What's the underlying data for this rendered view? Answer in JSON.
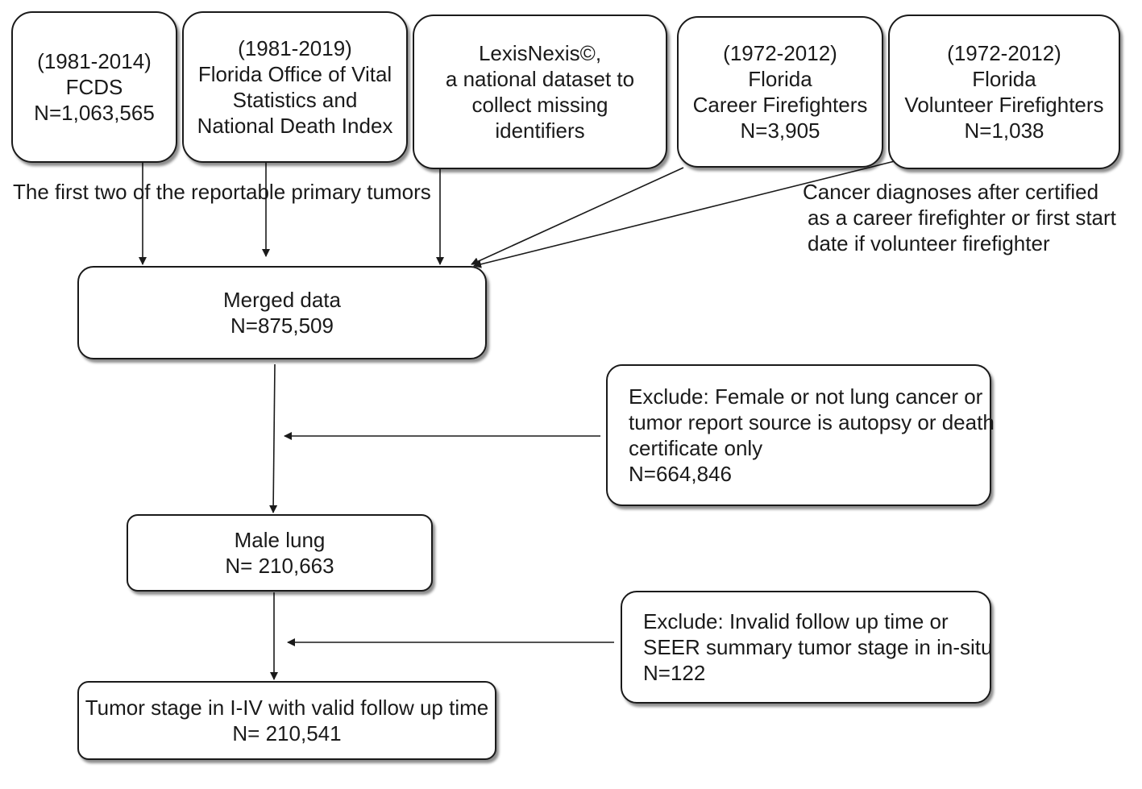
{
  "sources": {
    "fcds": {
      "lines": [
        "(1981-2014)",
        "FCDS",
        "N=1,063,565"
      ]
    },
    "vital_stats": {
      "lines": [
        "(1981-2019)",
        "Florida  Office of Vital",
        "Statistics and",
        "National Death Index"
      ]
    },
    "lexisnexis": {
      "lines": [
        "LexisNexis©,",
        "a national dataset to",
        "collect missing",
        "identifiers"
      ]
    },
    "career_ff": {
      "lines": [
        "(1972-2012)",
        "Florida",
        "Career Firefighters",
        "N=3,905"
      ]
    },
    "volunteer_ff": {
      "lines": [
        "(1972-2012)",
        "Florida",
        "Volunteer  Firefighters",
        "N=1,038"
      ]
    }
  },
  "notes": {
    "tumors": "The first two of the reportable primary tumors",
    "cancer_dx": [
      "Cancer diagnoses after certified",
      "as a career firefighter or first start",
      "date if volunteer firefighter"
    ]
  },
  "steps": {
    "merged": {
      "lines": [
        "Merged data",
        "N=875,509"
      ]
    },
    "male_lung": {
      "lines": [
        "Male lung",
        "N= 210,663"
      ]
    },
    "final": {
      "lines": [
        "Tumor stage in I-IV with valid follow up time",
        "N= 210,541"
      ]
    }
  },
  "exclusions": {
    "first": {
      "lines": [
        "Exclude:  Female or not lung cancer or",
        "tumor report  source is autopsy  or death",
        "certificate only",
        "N=664,846"
      ]
    },
    "second": {
      "lines": [
        "Exclude:  Invalid follow up time or",
        "SEER summary tumor stage in in-situ",
        "N=122"
      ]
    }
  }
}
